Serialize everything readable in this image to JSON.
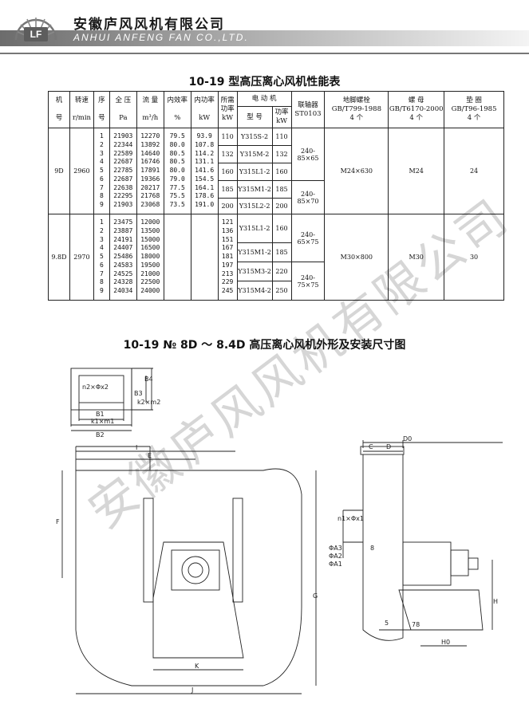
{
  "company": {
    "name_cn": "安徽庐风风机有限公司",
    "name_en": "ANHUI ANFENG FAN CO.,LTD."
  },
  "table_title": "10-19 型高压离心风机性能表",
  "headers": {
    "jihao": [
      "机",
      "号"
    ],
    "speed": [
      "转速",
      "r/min"
    ],
    "seq": [
      "序",
      "号"
    ],
    "pressure": [
      "全 压",
      "Pa"
    ],
    "flow": [
      "流 量",
      "m³/h"
    ],
    "eff": [
      "内效率",
      "%"
    ],
    "power": [
      "内功率",
      "kW"
    ],
    "req_power": [
      "所需",
      "功率",
      "kW"
    ],
    "motor": "电 动 机",
    "motor_model": "型 号",
    "motor_power": [
      "功率",
      "kW"
    ],
    "coupler": [
      "联轴器",
      "ST0103"
    ],
    "bolt": [
      "地脚螺栓",
      "GB/T799-1988",
      "4 个"
    ],
    "nut": [
      "螺  母",
      "GB/T6170-2000",
      "4 个"
    ],
    "washer": [
      "垫  圈",
      "GB/T96-1985",
      "4 个"
    ]
  },
  "groups": [
    {
      "jihao": "9D",
      "speed": "2960",
      "seq": [
        "1",
        "2",
        "3",
        "4",
        "5",
        "6",
        "7",
        "8",
        "9"
      ],
      "pressure": [
        "21903",
        "22344",
        "22589",
        "22687",
        "22785",
        "22687",
        "22638",
        "22295",
        "21903"
      ],
      "flow": [
        "12270",
        "13892",
        "14640",
        "16746",
        "17891",
        "19366",
        "20217",
        "21768",
        "23068"
      ],
      "eff": [
        "79.5",
        "80.0",
        "80.5",
        "80.5",
        "80.0",
        "79.0",
        "77.5",
        "75.5",
        "73.5"
      ],
      "power": [
        "93.9",
        "107.8",
        "114.2",
        "131.1",
        "141.6",
        "154.5",
        "164.1",
        "178.6",
        "191.0"
      ],
      "motors": [
        {
          "req": "110",
          "model": "Y315S-2",
          "kw": "110"
        },
        {
          "req": "132",
          "model": "Y315M-2",
          "kw": "132"
        },
        {
          "req": "160",
          "model": "Y315L1-2",
          "kw": "160"
        },
        {
          "req": "185",
          "model": "Y315M1-2",
          "kw": "185"
        },
        {
          "req": "200",
          "model": "Y315L2-2",
          "kw": "200"
        }
      ],
      "coupler": [
        "240-\n85×65",
        "240-\n85×70"
      ],
      "bolt": "M24×630",
      "nut": "M24",
      "washer": "24"
    },
    {
      "jihao": "9.8D",
      "speed": "2970",
      "seq": [
        "1",
        "2",
        "3",
        "4",
        "5",
        "6",
        "7",
        "8",
        "9"
      ],
      "pressure": [
        "23475",
        "23887",
        "24191",
        "24407",
        "25486",
        "24583",
        "24525",
        "24328",
        "24034"
      ],
      "flow": [
        "12000",
        "13500",
        "15000",
        "16500",
        "18000",
        "19500",
        "21000",
        "22500",
        "24000"
      ],
      "req": [
        "121",
        "136",
        "151",
        "167",
        "181",
        "197",
        "213",
        "229",
        "245"
      ],
      "motors": [
        {
          "model": "Y315L1-2",
          "kw": "160"
        },
        {
          "model": "Y315M1-2",
          "kw": "185"
        },
        {
          "model": "Y315M3-2",
          "kw": "220"
        },
        {
          "model": "Y315M4-2",
          "kw": "250"
        }
      ],
      "coupler": [
        "240-\n65×75",
        "240-\n75×75"
      ],
      "bolt": "M30×800",
      "nut": "M30",
      "washer": "30"
    }
  ],
  "drawing_title": "10-19 № 8D ～ 8.4D 高压离心风机外形及安装尺寸图",
  "dims": {
    "n2phi": "n2×Φx2",
    "b3": "B3",
    "k2m2": "k2×m2",
    "b4": "B4",
    "b1": "B1",
    "k1m1": "k1×m1",
    "b2": "B2",
    "i": "I",
    "e": "E",
    "f": "F",
    "g": "G",
    "k": "K",
    "j": "J",
    "c": "C",
    "d": "D",
    "d0": "D0",
    "n1phi": "n1×Φx1",
    "a3": "ΦA3",
    "a2": "ΦA2",
    "a1": "ΦA1",
    "eight": "8",
    "h": "H",
    "five": "5",
    "seventy_eight": "78",
    "h0": "H0"
  },
  "watermark": "安徽庐风风机有限公司"
}
